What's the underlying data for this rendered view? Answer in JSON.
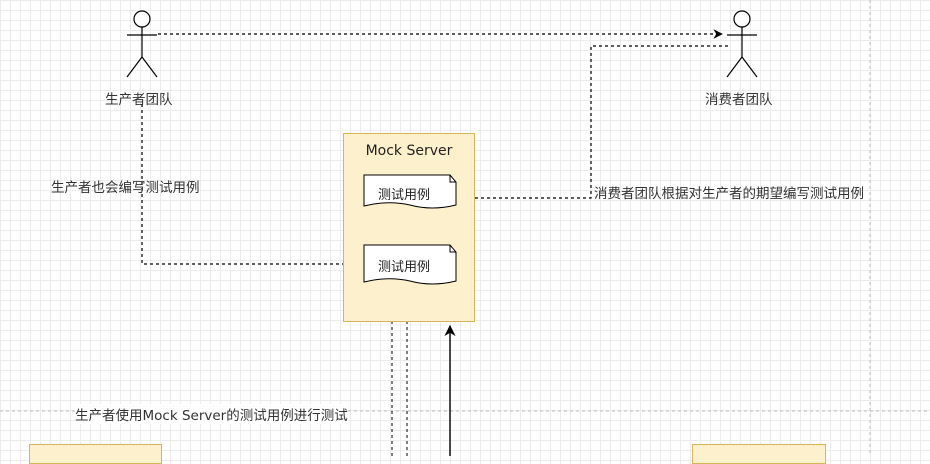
{
  "actors": {
    "producer": "生产者团队",
    "consumer": "消费者团队"
  },
  "mock_server": {
    "title": "Mock Server",
    "doc_top": "测试用例",
    "doc_bottom": "测试用例"
  },
  "annotations": {
    "producer_writes": "生产者也会编写测试用例",
    "consumer_writes": "消费者团队根据对生产者的期望编写测试用例",
    "producer_uses": "生产者使用Mock Server的测试用例进行测试"
  },
  "colors": {
    "box_fill": "#fdf1cd",
    "box_stroke": "#d6b656",
    "line": "#000000",
    "grid": "#ececec"
  }
}
